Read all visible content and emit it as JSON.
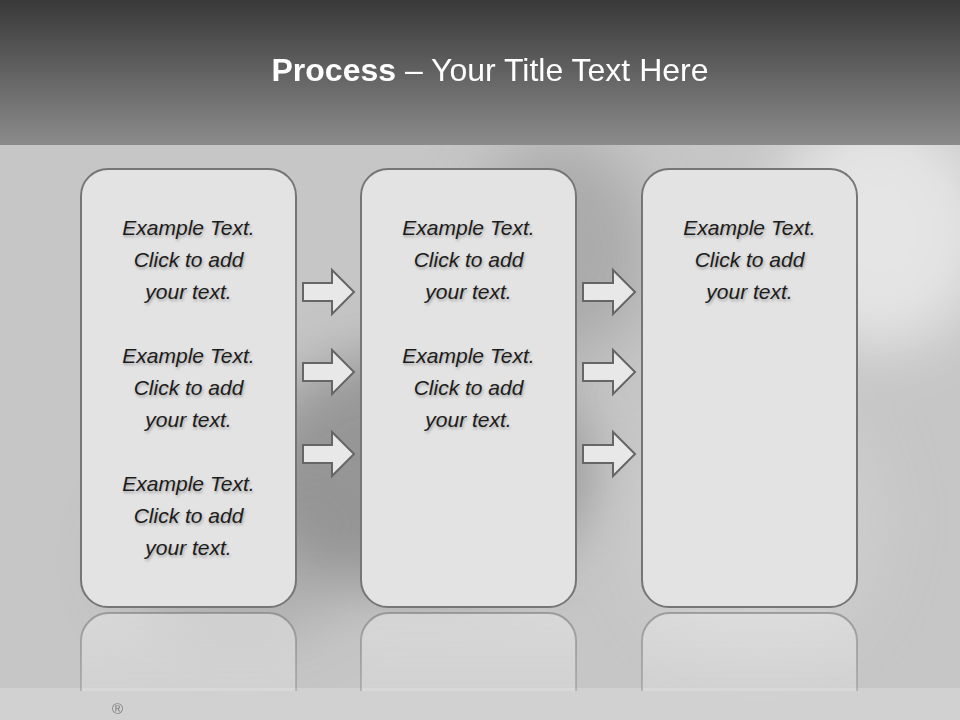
{
  "diagram": {
    "title": "Process – Your Title Text Here",
    "nodes": [
      {
        "text": [
          "Example Text. Click to add your text.",
          "Example Text. Click to add your text.",
          "Example Text. Click to add your text."
        ]
      },
      {
        "text": [
          "Example Text. Click to add your text.",
          "Example Text. Click to add your text."
        ]
      },
      {
        "text": [
          "Example Text. Click to add your text."
        ]
      }
    ],
    "edges": [
      {
        "from": 0,
        "to": 1,
        "arrow": "to"
      },
      {
        "from": 0,
        "to": 1,
        "arrow": "to"
      },
      {
        "from": 0,
        "to": 1,
        "arrow": "to"
      },
      {
        "from": 1,
        "to": 2,
        "arrow": "to"
      },
      {
        "from": 1,
        "to": 2,
        "arrow": "to"
      },
      {
        "from": 1,
        "to": 2,
        "arrow": "to"
      }
    ],
    "labels": [
      "®"
    ]
  }
}
